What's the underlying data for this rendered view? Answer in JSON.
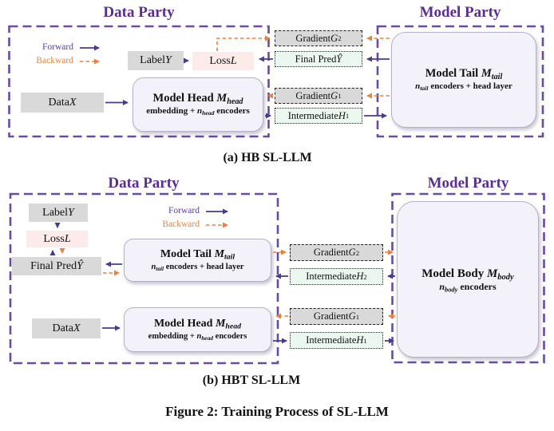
{
  "colors": {
    "party_title_purple": "#5b2d90",
    "party_border_purple": "#6b4aa0",
    "forward_arrow_purple": "#4b3a91",
    "backward_arrow_orange": "#e8833f",
    "gray_box": "#d9d9d9",
    "pink_loss_box": "#fcebe9",
    "mint_box": "#eaf8f0",
    "model_box": "#f3f1f9"
  },
  "captions": {
    "a": "(a) HB SL-LLM",
    "b": "(b) HBT SL-LLM",
    "figure": "Figure 2: Training Process of SL-LLM"
  },
  "parties": {
    "data": "Data Party",
    "model": "Model Party"
  },
  "legend": {
    "forward": "Forward",
    "backward": "Backward"
  },
  "a": {
    "label_y": {
      "pre": "Label ",
      "var": "Y"
    },
    "loss": {
      "pre": "Loss ",
      "var": "L"
    },
    "data_x": {
      "pre": "Data ",
      "var": "X"
    },
    "grad2": {
      "pre": "Gradient ",
      "var": "G",
      "sub": "2"
    },
    "final_pred": {
      "pre": "Final Pred ",
      "var": "Ŷ"
    },
    "grad1": {
      "pre": "Gradient ",
      "var": "G",
      "sub": "1"
    },
    "h1": {
      "pre": "Intermediate ",
      "var": "H",
      "sub": "1"
    },
    "model_head": {
      "name": "Model Head ",
      "var": "M",
      "sub": "head",
      "desc_pre": "embedding + ",
      "desc_var": "n",
      "desc_sub": "head",
      "desc_post": " encoders"
    },
    "model_tail": {
      "name": "Model Tail ",
      "var": "M",
      "sub": "tail",
      "desc_pre": "",
      "desc_var": "n",
      "desc_sub": "tail",
      "desc_post": " encoders + head layer"
    }
  },
  "b": {
    "label_y": {
      "pre": "Label ",
      "var": "Y"
    },
    "loss": {
      "pre": "Loss ",
      "var": "L"
    },
    "final_pred": {
      "pre": "Final Pred ",
      "var": "Ŷ"
    },
    "data_x": {
      "pre": "Data ",
      "var": "X"
    },
    "grad2": {
      "pre": "Gradient ",
      "var": "G",
      "sub": "2"
    },
    "h2": {
      "pre": "Intermediate ",
      "var": "H",
      "sub": "2"
    },
    "grad1": {
      "pre": "Gradient ",
      "var": "G",
      "sub": "1"
    },
    "h1": {
      "pre": "Intermediate ",
      "var": "H",
      "sub": "1"
    },
    "model_tail": {
      "name": "Model Tail ",
      "var": "M",
      "sub": "tail",
      "desc_pre": "",
      "desc_var": "n",
      "desc_sub": "tail",
      "desc_post": " encoders + head layer"
    },
    "model_head": {
      "name": "Model Head ",
      "var": "M",
      "sub": "head",
      "desc_pre": "embedding + ",
      "desc_var": "n",
      "desc_sub": "head",
      "desc_post": " encoders"
    },
    "model_body": {
      "name": "Model Body ",
      "var": "M",
      "sub": "body",
      "desc_pre": "",
      "desc_var": "n",
      "desc_sub": "body",
      "desc_post": " encoders"
    }
  }
}
